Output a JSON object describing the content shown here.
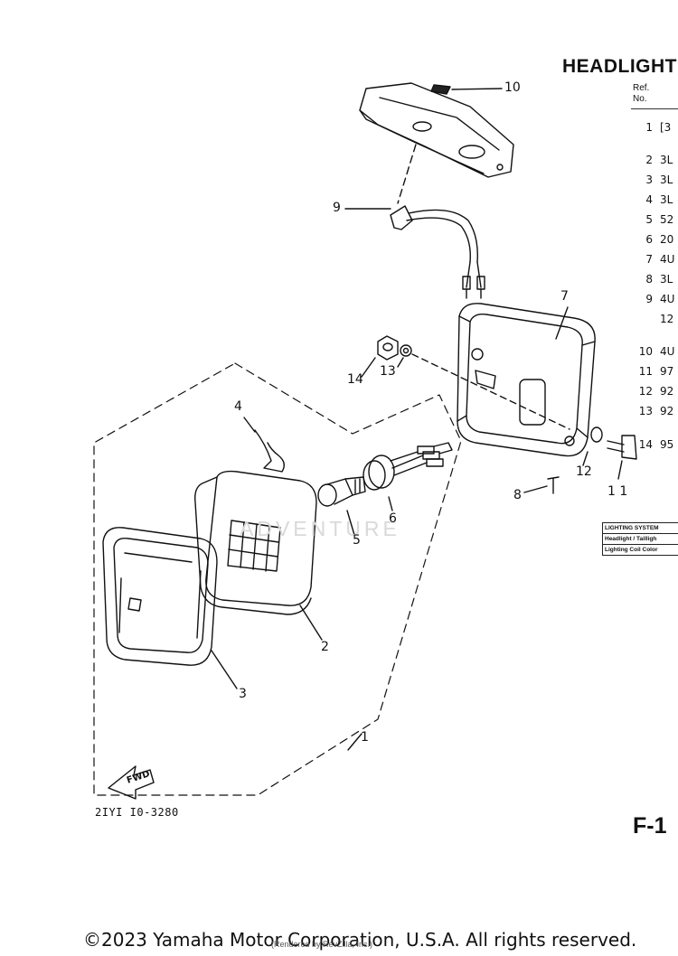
{
  "title": "HEADLIGHT",
  "table_header": {
    "ref": "Ref.",
    "no": "No."
  },
  "rows": [
    {
      "no": "1",
      "part": "[3"
    },
    {
      "no": "2",
      "part": "3L"
    },
    {
      "no": "3",
      "part": "3L"
    },
    {
      "no": "4",
      "part": "3L"
    },
    {
      "no": "5",
      "part": "52"
    },
    {
      "no": "6",
      "part": "20"
    },
    {
      "no": "7",
      "part": "4U"
    },
    {
      "no": "8",
      "part": "3L"
    },
    {
      "no": "9",
      "part": "4U"
    },
    {
      "no": "",
      "part": "12"
    },
    {
      "no": "10",
      "part": "4U"
    },
    {
      "no": "11",
      "part": "97"
    },
    {
      "no": "12",
      "part": "92"
    },
    {
      "no": "13",
      "part": "92"
    },
    {
      "no": "14",
      "part": "95"
    }
  ],
  "legend": {
    "header": "LIGHTING SYSTEM",
    "line1": "Headlight / Tailligh",
    "line2": "Lighting Coil Color"
  },
  "callouts": {
    "c1": "1",
    "c2": "2",
    "c3": "3",
    "c4": "4",
    "c5": "5",
    "c6": "6",
    "c7": "7",
    "c8": "8",
    "c9": "9",
    "c10": "10",
    "c11": "1 1",
    "c12": "12",
    "c13": "13",
    "c14": "14"
  },
  "fwd_label": "FWD",
  "figure_code": "2IYI I0-3280",
  "page_label": "F-1",
  "watermark": "ADVENTURE",
  "copyright": "©2023 Yamaha Motor Corporation, U.S.A. All rights reserved.",
  "rendered_note": "(Rendered by RevZilla, Inc.)"
}
